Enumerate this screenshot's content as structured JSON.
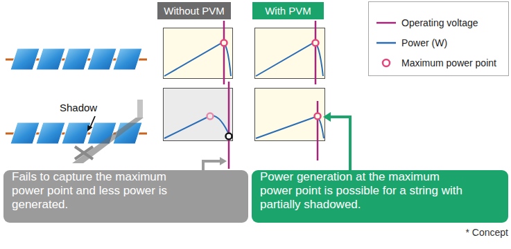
{
  "diagram": {
    "nodes": [
      {
        "text": [
          "Without PVM"
        ]
      },
      {
        "text": [
          "With PVM"
        ]
      },
      {
        "text": [
          "Fails to capture the maximum power point and less power is generated."
        ]
      },
      {
        "text": [
          "Power generation at the maximum power point is possible for a string with partially shadowed."
        ]
      }
    ],
    "labels": [
      "Shadow",
      "* Concept"
    ],
    "legend": [
      {
        "text": "Operating voltage"
      },
      {
        "text": "Power (W)"
      },
      {
        "text": "Maximum power point"
      }
    ]
  }
}
